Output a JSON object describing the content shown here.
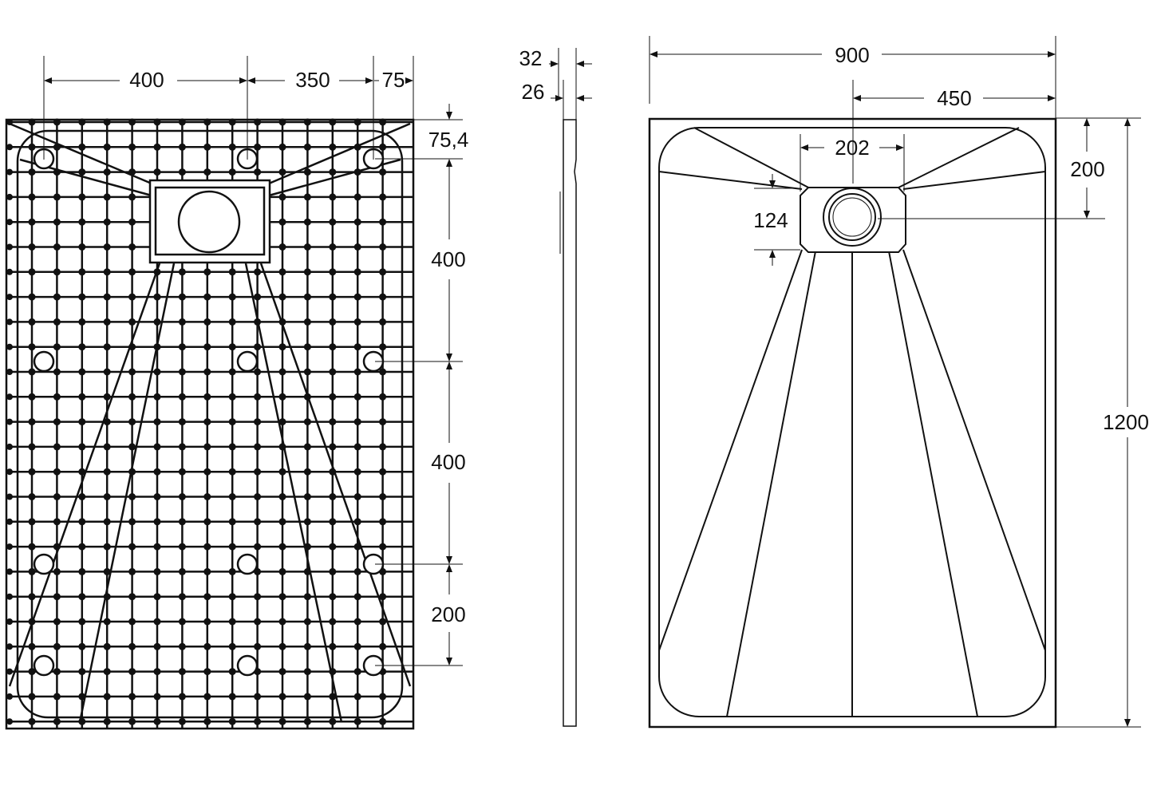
{
  "colors": {
    "line": "#111111",
    "background": "#ffffff"
  },
  "bottom_view": {
    "dims": {
      "d400_h": "400",
      "d350": "350",
      "d75": "75",
      "d75_4": "75,4",
      "d400_v1": "400",
      "d400_v2": "400",
      "d200_v": "200"
    }
  },
  "side_view": {
    "dims": {
      "d32": "32",
      "d26": "26"
    }
  },
  "top_view": {
    "dims": {
      "d900": "900",
      "d450": "450",
      "d202": "202",
      "d200": "200",
      "d124": "124",
      "d1200": "1200"
    }
  }
}
